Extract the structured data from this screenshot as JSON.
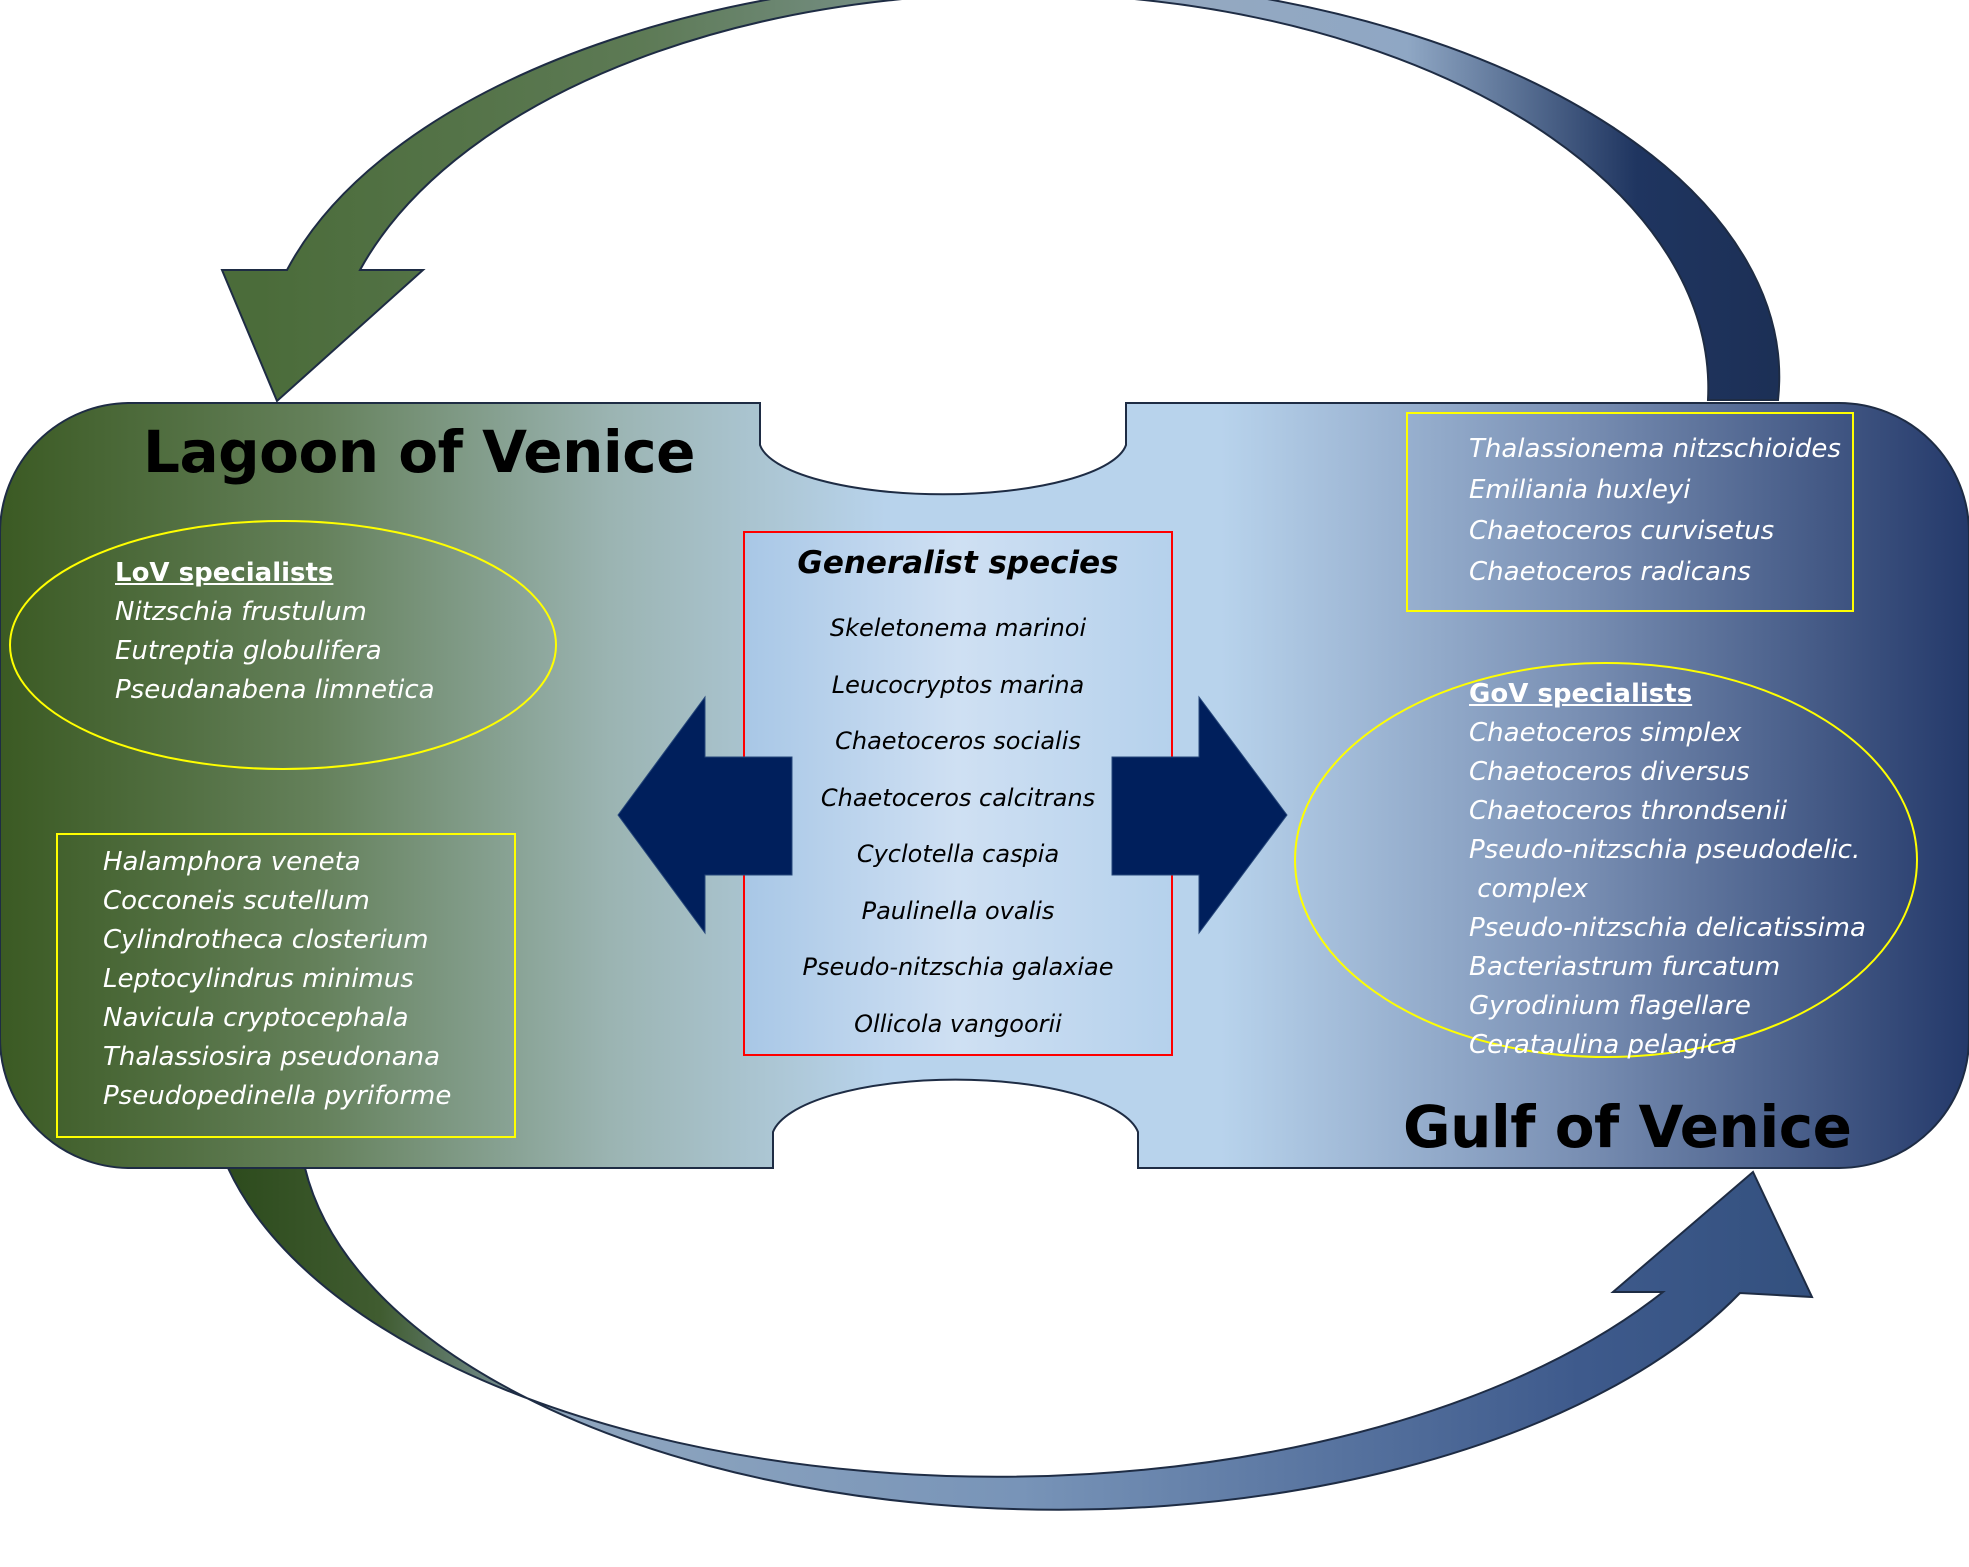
{
  "lagoon": {
    "title": "Lagoon of Venice",
    "specialists_heading": "LoV specialists",
    "specialists": [
      "Nitzschia frustulum",
      "Eutreptia  globulifera",
      "Pseudanabena limnetica"
    ],
    "box_species": [
      "Halamphora veneta",
      "Cocconeis scutellum",
      "Cylindrotheca closterium",
      "Leptocylindrus minimus",
      "Navicula cryptocephala",
      "Thalassiosira pseudonana",
      "Pseudopedinella pyriforme"
    ]
  },
  "generalist": {
    "title": "Generalist species",
    "species": [
      "Skeletonema marinoi",
      "Leucocryptos marina",
      "Chaetoceros socialis",
      "Chaetoceros calcitrans",
      "Cyclotella caspia",
      "Paulinella ovalis",
      "Pseudo-nitzschia galaxiae",
      "Ollicola vangoorii"
    ]
  },
  "gulf": {
    "title": "Gulf of Venice",
    "box_species": [
      "Thalassionema nitzschioides",
      "Emiliania huxleyi",
      "Chaetoceros curvisetus",
      "Chaetoceros radicans"
    ],
    "specialists_heading": "GoV specialists",
    "specialists": [
      "Chaetoceros simplex",
      "Chaetoceros diversus",
      "Chaetoceros throndsenii",
      "Pseudo-nitzschia pseudodelic.",
      " complex",
      "Pseudo-nitzschia delicatissima",
      "Bacteriastrum furcatum",
      "Gyrodinium flagellare",
      "Cerataulina pelagica"
    ]
  },
  "colors": {
    "lagoon_green": "#3b5a23",
    "mid_light_blue": "#b8d3ec",
    "gulf_navy": "#24396a",
    "arrow_navy": "#001f5c",
    "highlight_yellow": "#ffff00",
    "generalist_border": "#ff0000"
  }
}
